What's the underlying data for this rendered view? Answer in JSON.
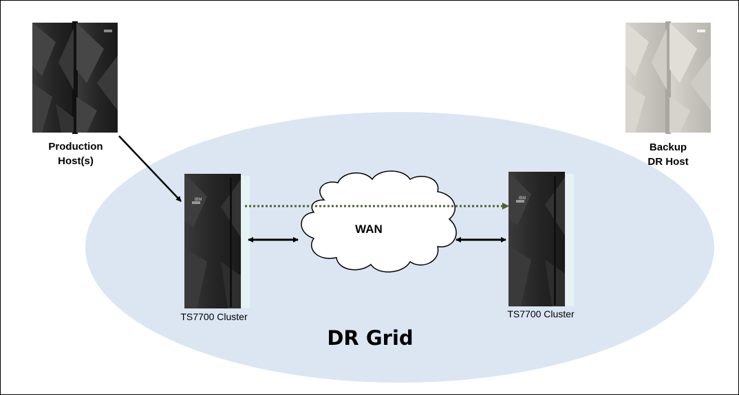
{
  "diagram": {
    "production_host": {
      "line1": "Production",
      "line2": "Host(s)"
    },
    "backup_host": {
      "line1": "Backup",
      "line2": "DR Host"
    },
    "cluster_left": {
      "label": "TS7700 Cluster",
      "brand": "IBM"
    },
    "cluster_right": {
      "label": "TS7700 Cluster",
      "brand": "IBM"
    },
    "network": {
      "label": "WAN"
    },
    "grid": {
      "label": "DR Grid"
    }
  },
  "colors": {
    "grid_ellipse": "#dce6f2",
    "replication_arrow": "#4f6228",
    "host_dark": "#2b2b2b",
    "host_light": "#c8c6bf"
  }
}
